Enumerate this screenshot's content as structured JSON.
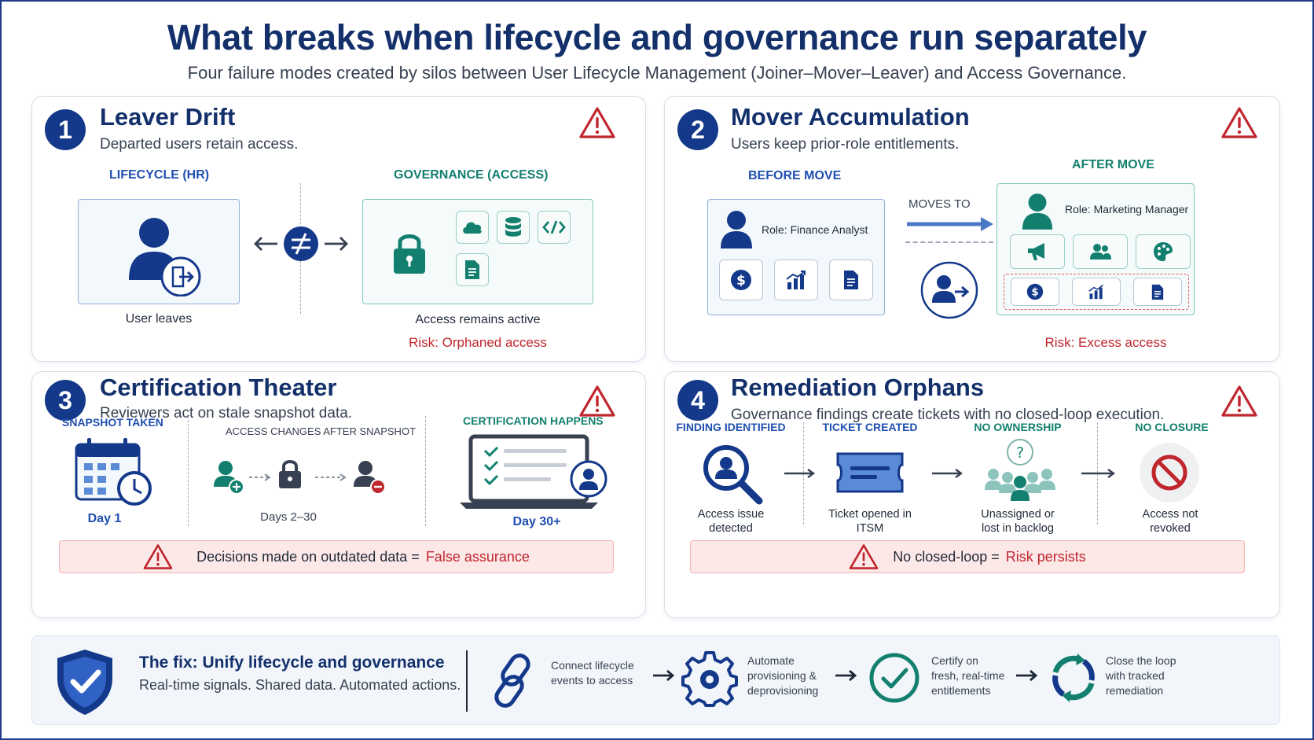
{
  "header": {
    "title": "What breaks when lifecycle and governance run separately",
    "subtitle": "Four failure modes created by silos between User Lifecycle Management (Joiner–Mover–Leaver) and Access Governance."
  },
  "panels": [
    {
      "number": "1",
      "title": "Leaver Drift",
      "description": "Departed users retain access.",
      "left_label": "LIFECYCLE (HR)",
      "right_label": "GOVERNANCE (ACCESS)",
      "left_caption": "User leaves",
      "right_caption": "Access remains active",
      "risk": "Risk: Orphaned access",
      "icons": [
        "person-exit-icon",
        "not-equal-icon",
        "lock-icon",
        "cloud-icon",
        "database-icon",
        "code-icon",
        "document-icon"
      ]
    },
    {
      "number": "2",
      "title": "Mover Accumulation",
      "description": "Users keep prior-role entitlements.",
      "before_label": "BEFORE MOVE",
      "after_label": "AFTER MOVE",
      "before_role": "Role: Finance Analyst",
      "after_role": "Role: Marketing Manager",
      "moves_to": "MOVES TO",
      "risk": "Risk: Excess access",
      "icons": [
        "dollar-icon",
        "chart-icon",
        "document-icon",
        "megaphone-icon",
        "team-icon",
        "palette-icon",
        "user-move-icon"
      ]
    },
    {
      "number": "3",
      "title": "Certification Theater",
      "description": "Reviewers act on stale snapshot data.",
      "snapshot_label": "SNAPSHOT TAKEN",
      "changes_label": "ACCESS CHANGES AFTER SNAPSHOT",
      "cert_label": "CERTIFICATION HAPPENS",
      "day1": "Day 1",
      "days_mid": "Days 2–30",
      "day30": "Day 30+",
      "alert_text": "Decisions made on outdated data =",
      "alert_risk": "False assurance"
    },
    {
      "number": "4",
      "title": "Remediation Orphans",
      "description": "Governance findings create tickets with no closed-loop execution.",
      "steps": [
        {
          "label": "FINDING IDENTIFIED",
          "caption_1": "Access issue",
          "caption_2": "detected"
        },
        {
          "label": "TICKET CREATED",
          "caption_1": "Ticket opened in",
          "caption_2": "ITSM"
        },
        {
          "label": "NO OWNERSHIP",
          "caption_1": "Unassigned or",
          "caption_2": "lost in backlog"
        },
        {
          "label": "NO CLOSURE",
          "caption_1": "Access not",
          "caption_2": "revoked"
        }
      ],
      "alert_text": "No closed-loop =",
      "alert_risk": "Risk persists"
    }
  ],
  "fix": {
    "title": "The fix: Unify lifecycle and governance",
    "subtitle": "Real-time signals. Shared data. Automated actions.",
    "steps": [
      {
        "line1": "Connect lifecycle",
        "line2": "events to access",
        "line3": "",
        "icon": "link-icon"
      },
      {
        "line1": "Automate",
        "line2": "provisioning &",
        "line3": "deprovisioning",
        "icon": "gear-icon"
      },
      {
        "line1": "Certify on",
        "line2": "fresh, real-time",
        "line3": "entitlements",
        "icon": "check-icon"
      },
      {
        "line1": "Close the loop",
        "line2": "with tracked",
        "line3": "remediation",
        "icon": "loop-icon"
      }
    ]
  },
  "colors": {
    "navy": "#13306b",
    "blue": "#1f4fb0",
    "teal": "#13806f",
    "risk_red": "#c0262d",
    "alert_bg": "#fde8e8"
  }
}
